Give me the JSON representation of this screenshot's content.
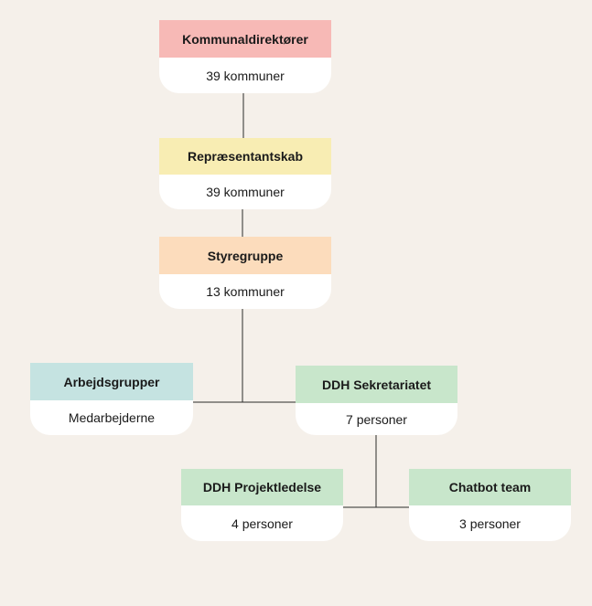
{
  "org_chart": {
    "kommunaldirektorer": {
      "title": "Kommunaldirektører",
      "subtitle": "39 kommuner",
      "color": "#f7b9b6"
    },
    "repraesentantskab": {
      "title": "Repræsentantskab",
      "subtitle": "39 kommuner",
      "color": "#f8edb3"
    },
    "styregruppe": {
      "title": "Styregruppe",
      "subtitle": "13 kommuner",
      "color": "#fcdcbc"
    },
    "arbejdsgrupper": {
      "title": "Arbejdsgrupper",
      "subtitle": "Medarbejderne",
      "color": "#c5e3e1"
    },
    "ddh_sekretariatet": {
      "title": "DDH Sekretariatet",
      "subtitle": "7 personer",
      "color": "#c8e6cb"
    },
    "ddh_projektledelse": {
      "title": "DDH Projektledelse",
      "subtitle": "4 personer",
      "color": "#c8e6cb"
    },
    "chatbot_team": {
      "title": "Chatbot team",
      "subtitle": "3 personer",
      "color": "#c8e6cb"
    }
  }
}
